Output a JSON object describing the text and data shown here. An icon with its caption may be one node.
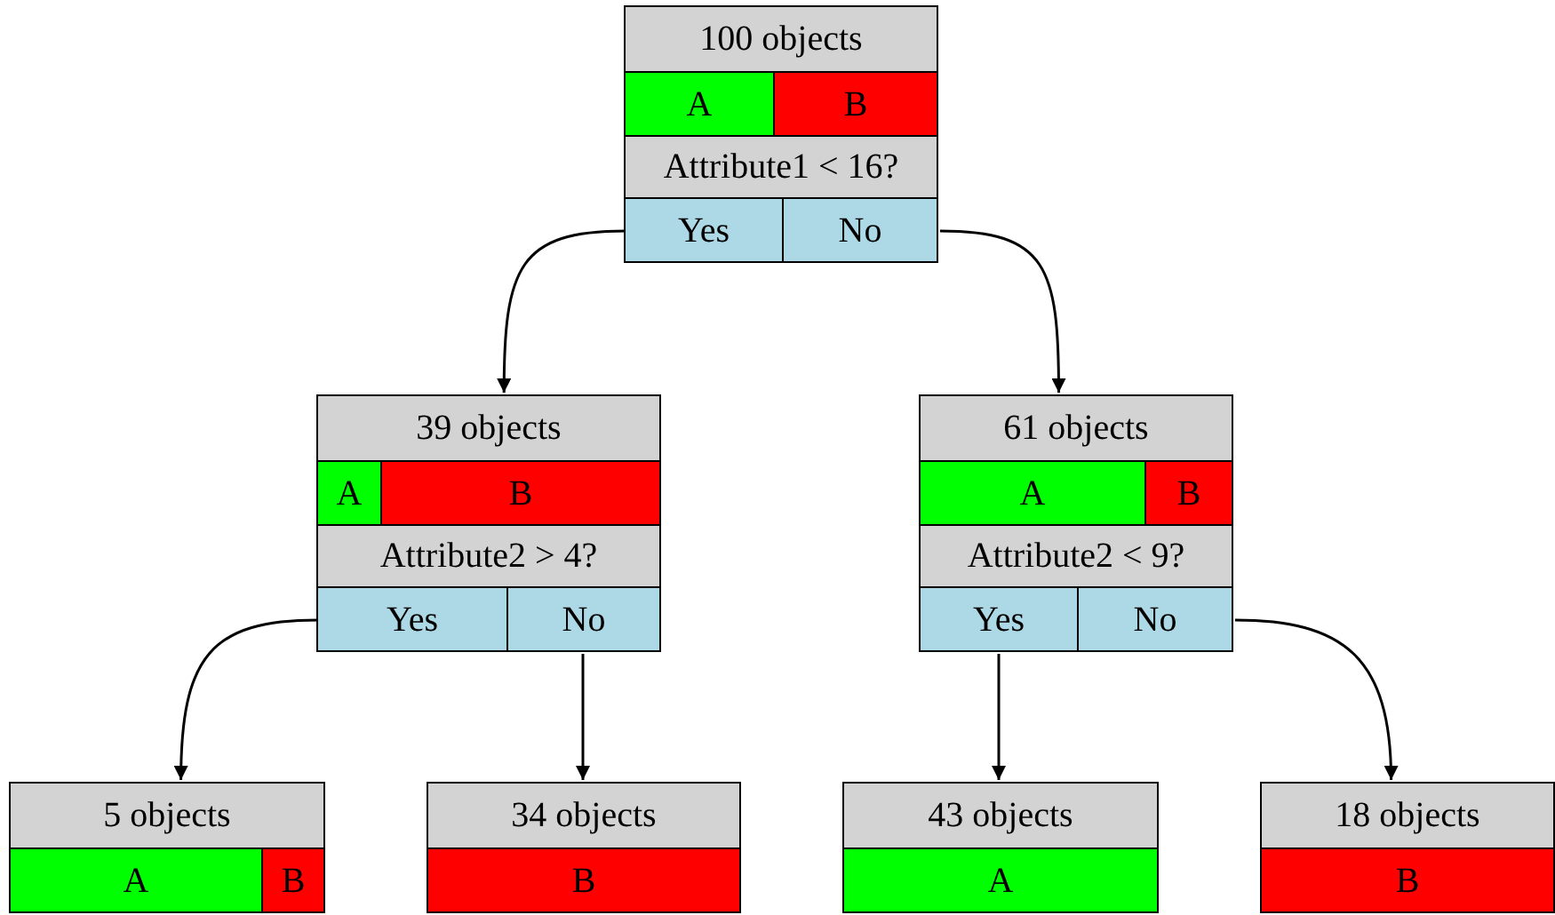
{
  "diagram": {
    "nodes": [
      {
        "text": [
          "100 objects"
        ]
      },
      {
        "text": [
          "A"
        ],
        "in": 0
      },
      {
        "text": [
          "B"
        ],
        "in": 0
      },
      {
        "text": [
          "Attribute1 < 16?"
        ],
        "in": 0
      },
      {
        "text": [
          "Yes"
        ],
        "in": 0
      },
      {
        "text": [
          "No"
        ],
        "in": 0
      },
      {
        "text": [
          "39 objects"
        ]
      },
      {
        "text": [
          "A"
        ],
        "in": 6
      },
      {
        "text": [
          "B"
        ],
        "in": 6
      },
      {
        "text": [
          "Attribute2 > 4?"
        ],
        "in": 6
      },
      {
        "text": [
          "Yes"
        ],
        "in": 6
      },
      {
        "text": [
          "No"
        ],
        "in": 6
      },
      {
        "text": [
          "61 objects"
        ]
      },
      {
        "text": [
          "A"
        ],
        "in": 12
      },
      {
        "text": [
          "B"
        ],
        "in": 12
      },
      {
        "text": [
          "Attribute2 < 9?"
        ],
        "in": 12
      },
      {
        "text": [
          "Yes"
        ],
        "in": 12
      },
      {
        "text": [
          "No"
        ],
        "in": 12
      },
      {
        "text": [
          "5 objects"
        ]
      },
      {
        "text": [
          "A"
        ],
        "in": 18
      },
      {
        "text": [
          "B"
        ],
        "in": 18
      },
      {
        "text": [
          "34 objects"
        ]
      },
      {
        "text": [
          "B"
        ],
        "in": 21
      },
      {
        "text": [
          "43 objects"
        ]
      },
      {
        "text": [
          "A"
        ],
        "in": 23
      },
      {
        "text": [
          "18 objects"
        ]
      },
      {
        "text": [
          "B"
        ],
        "in": 25
      }
    ],
    "edges": [
      {
        "from": 4,
        "to": 6,
        "arrow": "to"
      },
      {
        "from": 5,
        "to": 12,
        "arrow": "to"
      },
      {
        "from": 10,
        "to": 18,
        "arrow": "to"
      },
      {
        "from": 11,
        "to": 21,
        "arrow": "to"
      },
      {
        "from": 16,
        "to": 23,
        "arrow": "to"
      },
      {
        "from": 17,
        "to": 25,
        "arrow": "to"
      }
    ]
  }
}
